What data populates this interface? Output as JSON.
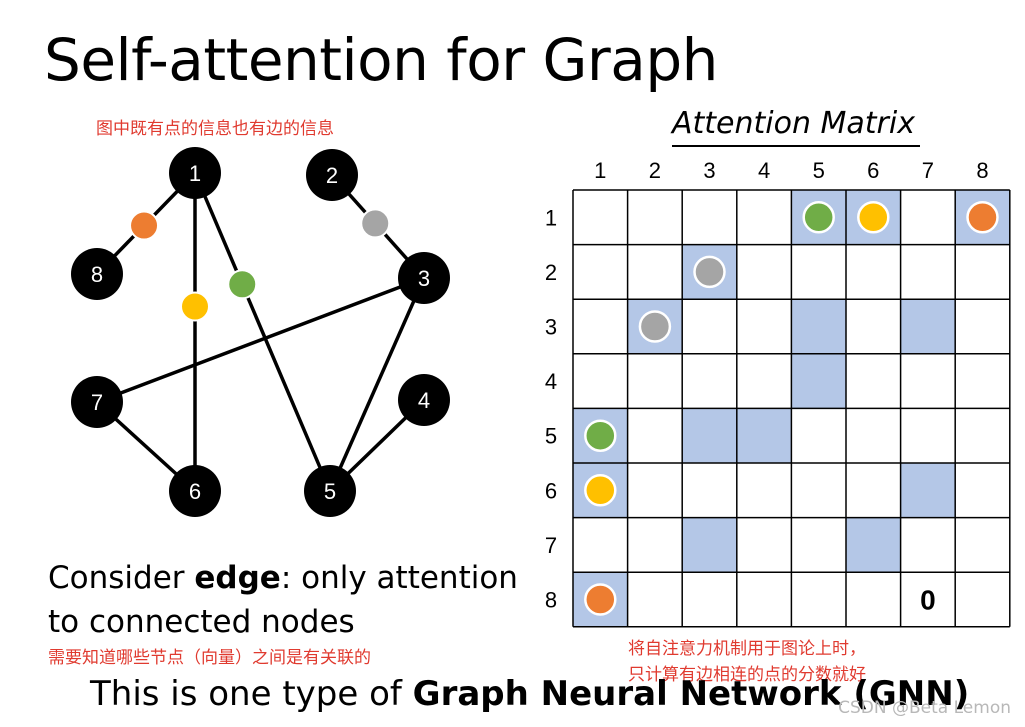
{
  "slide": {
    "title": "Self-attention for Graph",
    "note_top": "图中既有点的信息也有边的信息",
    "consider": {
      "prefix": "Consider ",
      "bold": "edge",
      "suffix": ": only attention",
      "line2": "to connected nodes"
    },
    "note_bottom_left": "需要知道哪些节点（向量）之间是有关联的",
    "note_matrix_line1": "将自注意力机制用于图论上时，",
    "note_matrix_line2": "只计算有边相连的点的分数就好",
    "bottom": {
      "prefix": "This is one type of ",
      "bold": "Graph Neural Network (GNN)"
    },
    "watermark": "CSDN @Beta Lemon"
  },
  "colors": {
    "orange": "#ed7d31",
    "gray": "#a5a5a5",
    "green": "#70ad47",
    "yellow": "#ffc000",
    "cell_fill": "#b4c7e7",
    "red_text": "#e03a2f"
  },
  "graph": {
    "nodes": [
      {
        "id": "1",
        "label": "1"
      },
      {
        "id": "2",
        "label": "2"
      },
      {
        "id": "3",
        "label": "3"
      },
      {
        "id": "4",
        "label": "4"
      },
      {
        "id": "5",
        "label": "5"
      },
      {
        "id": "6",
        "label": "6"
      },
      {
        "id": "7",
        "label": "7"
      },
      {
        "id": "8",
        "label": "8"
      }
    ],
    "edges": [
      {
        "from": "1",
        "to": "8",
        "marker": "orange"
      },
      {
        "from": "1",
        "to": "6",
        "marker": "yellow"
      },
      {
        "from": "1",
        "to": "5",
        "marker": "green"
      },
      {
        "from": "2",
        "to": "3",
        "marker": "gray"
      },
      {
        "from": "3",
        "to": "7",
        "marker": null
      },
      {
        "from": "3",
        "to": "5",
        "marker": null
      },
      {
        "from": "4",
        "to": "5",
        "marker": null
      },
      {
        "from": "7",
        "to": "6",
        "marker": null
      }
    ]
  },
  "matrix": {
    "title": "Attention Matrix",
    "col_labels": [
      "1",
      "2",
      "3",
      "4",
      "5",
      "6",
      "7",
      "8"
    ],
    "row_labels": [
      "1",
      "2",
      "3",
      "4",
      "5",
      "6",
      "7",
      "8"
    ],
    "cells": [
      {
        "row": 1,
        "col": 5,
        "marker": "green"
      },
      {
        "row": 1,
        "col": 6,
        "marker": "yellow"
      },
      {
        "row": 1,
        "col": 8,
        "marker": "orange"
      },
      {
        "row": 2,
        "col": 3,
        "marker": "gray"
      },
      {
        "row": 3,
        "col": 2,
        "marker": "gray"
      },
      {
        "row": 3,
        "col": 5,
        "marker": null
      },
      {
        "row": 3,
        "col": 7,
        "marker": null
      },
      {
        "row": 4,
        "col": 5,
        "marker": null
      },
      {
        "row": 5,
        "col": 1,
        "marker": "green"
      },
      {
        "row": 5,
        "col": 3,
        "marker": null
      },
      {
        "row": 5,
        "col": 4,
        "marker": null
      },
      {
        "row": 6,
        "col": 1,
        "marker": "yellow"
      },
      {
        "row": 6,
        "col": 7,
        "marker": null
      },
      {
        "row": 7,
        "col": 3,
        "marker": null
      },
      {
        "row": 7,
        "col": 6,
        "marker": null
      },
      {
        "row": 8,
        "col": 1,
        "marker": "orange"
      }
    ],
    "zero_label": "0",
    "zero_cell": {
      "row": 8,
      "col": 7
    }
  }
}
